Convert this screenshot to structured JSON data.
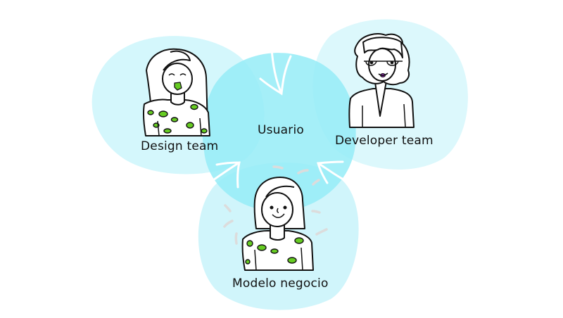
{
  "diagram": {
    "center": {
      "label": "Usuario"
    },
    "nodes": [
      {
        "id": "design",
        "label": "Design team"
      },
      {
        "id": "developer",
        "label": "Developer team"
      },
      {
        "id": "business",
        "label": "Modelo negocio"
      }
    ],
    "arrows": [
      {
        "from": "top",
        "to": "Usuario"
      },
      {
        "from": "Modelo negocio (left)",
        "to": "Usuario"
      },
      {
        "from": "Modelo negocio (right)",
        "to": "Usuario"
      }
    ]
  },
  "colors": {
    "blob_light": "#d4f7fc",
    "blob_center": "#95ecf7",
    "blob_bottom": "#cdf4fb",
    "overlap": "#86e6f3",
    "accent_green": "#66cc22",
    "lip_purple": "#8a1fa8",
    "arrow": "#ffffff",
    "dash": "#dddddd"
  }
}
